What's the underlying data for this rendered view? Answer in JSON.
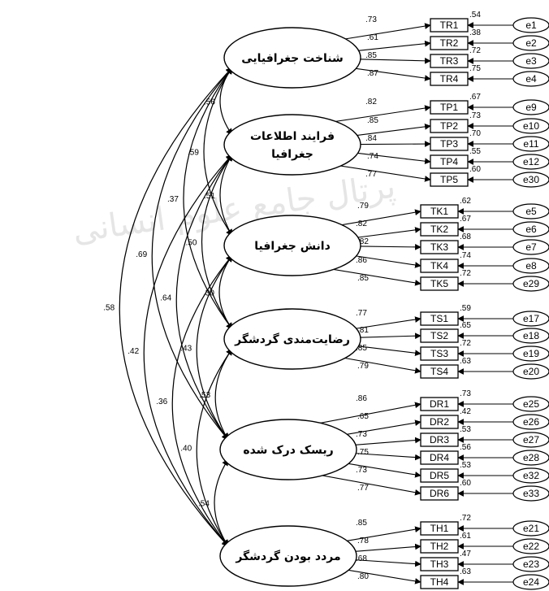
{
  "colors": {
    "stroke": "#000000",
    "background": "#ffffff",
    "watermark": "#e5e5e5"
  },
  "watermark": "پرتال جامع علوم انسانی",
  "latents": [
    {
      "id": "L1",
      "lines": [
        "شناخت جغرافیایی"
      ]
    },
    {
      "id": "L2",
      "lines": [
        "فرایند اطلاعات",
        "جغرافیا"
      ]
    },
    {
      "id": "L3",
      "lines": [
        "دانش جغرافیا"
      ]
    },
    {
      "id": "L4",
      "lines": [
        "رضایت‌مندی گردشگر"
      ]
    },
    {
      "id": "L5",
      "lines": [
        "ریسک درک شده"
      ]
    },
    {
      "id": "L6",
      "lines": [
        "مردد بودن گردشگر"
      ]
    }
  ],
  "indicators": [
    {
      "name": "TR1",
      "error": "e1",
      "latent": "L1",
      "loading": ".73",
      "r2": ".54"
    },
    {
      "name": "TR2",
      "error": "e2",
      "latent": "L1",
      "loading": ".61",
      "r2": ".38"
    },
    {
      "name": "TR3",
      "error": "e3",
      "latent": "L1",
      "loading": ".85",
      "r2": ".72"
    },
    {
      "name": "TR4",
      "error": "e4",
      "latent": "L1",
      "loading": ".87",
      "r2": ".75"
    },
    {
      "name": "TP1",
      "error": "e9",
      "latent": "L2",
      "loading": ".82",
      "r2": ".67"
    },
    {
      "name": "TP2",
      "error": "e10",
      "latent": "L2",
      "loading": ".85",
      "r2": ".73"
    },
    {
      "name": "TP3",
      "error": "e11",
      "latent": "L2",
      "loading": ".84",
      "r2": ".70"
    },
    {
      "name": "TP4",
      "error": "e12",
      "latent": "L2",
      "loading": ".74",
      "r2": ".55"
    },
    {
      "name": "TP5",
      "error": "e30",
      "latent": "L2",
      "loading": ".77",
      "r2": ".60"
    },
    {
      "name": "TK1",
      "error": "e5",
      "latent": "L3",
      "loading": ".79",
      "r2": ".62"
    },
    {
      "name": "TK2",
      "error": "e6",
      "latent": "L3",
      "loading": ".82",
      "r2": ".67"
    },
    {
      "name": "TK3",
      "error": "e7",
      "latent": "L3",
      "loading": ".82",
      "r2": ".68"
    },
    {
      "name": "TK4",
      "error": "e8",
      "latent": "L3",
      "loading": ".86",
      "r2": ".74"
    },
    {
      "name": "TK5",
      "error": "e29",
      "latent": "L3",
      "loading": ".85",
      "r2": ".72"
    },
    {
      "name": "TS1",
      "error": "e17",
      "latent": "L4",
      "loading": ".77",
      "r2": ".59"
    },
    {
      "name": "TS2",
      "error": "e18",
      "latent": "L4",
      "loading": ".81",
      "r2": ".65"
    },
    {
      "name": "TS3",
      "error": "e19",
      "latent": "L4",
      "loading": ".85",
      "r2": ".72"
    },
    {
      "name": "TS4",
      "error": "e20",
      "latent": "L4",
      "loading": ".79",
      "r2": ".63"
    },
    {
      "name": "DR1",
      "error": "e25",
      "latent": "L5",
      "loading": ".86",
      "r2": ".73"
    },
    {
      "name": "DR2",
      "error": "e26",
      "latent": "L5",
      "loading": ".65",
      "r2": ".42"
    },
    {
      "name": "DR3",
      "error": "e27",
      "latent": "L5",
      "loading": ".73",
      "r2": ".53"
    },
    {
      "name": "DR4",
      "error": "e28",
      "latent": "L5",
      "loading": ".75",
      "r2": ".56"
    },
    {
      "name": "DR5",
      "error": "e32",
      "latent": "L5",
      "loading": ".73",
      "r2": ".53"
    },
    {
      "name": "DR6",
      "error": "e33",
      "latent": "L5",
      "loading": ".77",
      "r2": ".60"
    },
    {
      "name": "TH1",
      "error": "e21",
      "latent": "L6",
      "loading": ".85",
      "r2": ".72"
    },
    {
      "name": "TH2",
      "error": "e22",
      "latent": "L6",
      "loading": ".78",
      "r2": ".61"
    },
    {
      "name": "TH3",
      "error": "e23",
      "latent": "L6",
      "loading": ".68",
      "r2": ".47"
    },
    {
      "name": "TH4",
      "error": "e24",
      "latent": "L6",
      "loading": ".80",
      "r2": ".63"
    }
  ],
  "covariances": [
    {
      "from": "L1",
      "to": "L2",
      "value": ".56"
    },
    {
      "from": "L1",
      "to": "L3",
      "value": ".59"
    },
    {
      "from": "L1",
      "to": "L4",
      "value": ".37"
    },
    {
      "from": "L1",
      "to": "L5",
      "value": ".69"
    },
    {
      "from": "L1",
      "to": "L6",
      "value": ".58"
    },
    {
      "from": "L2",
      "to": "L3",
      "value": ".51"
    },
    {
      "from": "L2",
      "to": "L4",
      "value": ".50"
    },
    {
      "from": "L2",
      "to": "L5",
      "value": ".64"
    },
    {
      "from": "L2",
      "to": "L6",
      "value": ".42"
    },
    {
      "from": "L3",
      "to": "L4",
      "value": ".30"
    },
    {
      "from": "L3",
      "to": "L5",
      "value": ".43"
    },
    {
      "from": "L3",
      "to": "L6",
      "value": ".36"
    },
    {
      "from": "L4",
      "to": "L5",
      "value": ".53"
    },
    {
      "from": "L4",
      "to": "L6",
      "value": ".40"
    },
    {
      "from": "L5",
      "to": "L6",
      "value": ".54"
    }
  ]
}
